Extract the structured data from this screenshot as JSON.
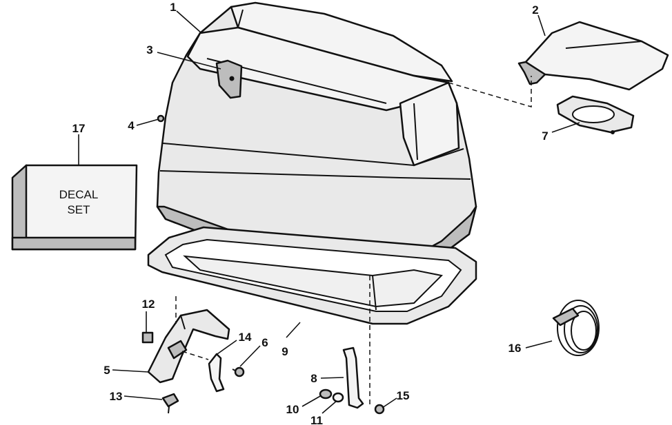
{
  "decal": {
    "line1": "DECAL",
    "line2": "SET"
  },
  "callouts": [
    {
      "id": "1",
      "label": "1"
    },
    {
      "id": "2",
      "label": "2"
    },
    {
      "id": "3",
      "label": "3"
    },
    {
      "id": "4",
      "label": "4"
    },
    {
      "id": "5",
      "label": "5"
    },
    {
      "id": "6",
      "label": "6"
    },
    {
      "id": "7",
      "label": "7"
    },
    {
      "id": "8",
      "label": "8"
    },
    {
      "id": "9",
      "label": "9"
    },
    {
      "id": "10",
      "label": "10"
    },
    {
      "id": "11",
      "label": "11"
    },
    {
      "id": "12",
      "label": "12"
    },
    {
      "id": "13",
      "label": "13"
    },
    {
      "id": "14",
      "label": "14"
    },
    {
      "id": "15",
      "label": "15"
    },
    {
      "id": "16",
      "label": "16"
    },
    {
      "id": "17",
      "label": "17"
    }
  ]
}
